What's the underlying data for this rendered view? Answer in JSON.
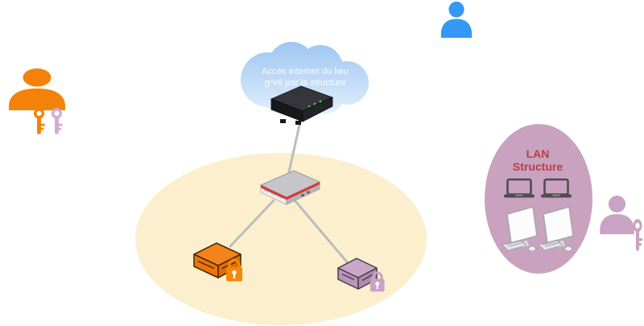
{
  "cloud": {
    "label_line1": "Accès internet du lieu",
    "label_line2": "géré par la structure"
  },
  "lan_zone": {
    "label_line1": "LAN",
    "label_line2": "Structure"
  },
  "zones": {
    "guest_zone_fill": "#fcefcd",
    "lan_zone_fill": "#c8a2bf"
  },
  "colors": {
    "user_blue": "#3498f5",
    "user_orange": "#f48208",
    "user_purple": "#c9a3c4",
    "key_orange": "#f48208",
    "key_lilac": "#cfadd0",
    "key_purple": "#c9a3c4",
    "box_orange_top": "#f5831c",
    "box_purple_top": "#cba6c8",
    "lock_orange": "#f6870a",
    "lock_purple": "#c9a2c6",
    "lan_label_text": "#bb3e44",
    "cloud_text": "#ffffff",
    "connection_line": "#bcbcbc",
    "firewall_stripe": "#e03030"
  },
  "icons": {
    "user_blue": "person-icon",
    "user_orange": "person-icon",
    "user_purple": "person-icon",
    "key_orange": "key-icon",
    "key_lilac": "key-icon",
    "key_purple": "key-icon",
    "padlock_orange": "padlock-icon",
    "padlock_purple": "padlock-icon",
    "internet_cloud": "cloud-shape",
    "isp_modem": "modem-device-icon",
    "firewall": "firewall-router-icon",
    "lan_laptops": "laptop-icon x2",
    "lan_desktops": "desktop-computer-icon x2"
  }
}
